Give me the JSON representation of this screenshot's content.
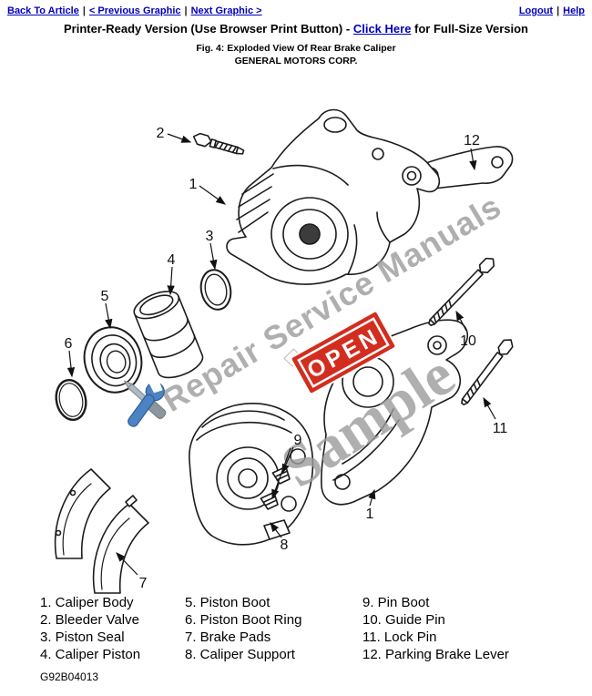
{
  "nav": {
    "back_to_article": "Back To Article",
    "previous_graphic": "< Previous Graphic",
    "next_graphic": "Next Graphic >",
    "logout": "Logout",
    "help": "Help",
    "separator": "|"
  },
  "header": {
    "title_prefix": "Printer-Ready Version (Use Browser Print Button) - ",
    "full_size_link": "Click Here",
    "title_suffix": " for Full-Size Version",
    "figure_caption": "Fig. 4: Exploded View Of Rear Brake Caliper",
    "company": "GENERAL MOTORS CORP."
  },
  "watermark": {
    "brand_text": "Repair Service Manuals",
    "sample_text": "Sample",
    "open_sign_text": "OPEN",
    "text_color": "#9b9b9b",
    "open_sign_color": "#d22d1e"
  },
  "diagram": {
    "callouts": {
      "c1a": "1",
      "c1b": "1",
      "c2": "2",
      "c3": "3",
      "c4": "4",
      "c5": "5",
      "c6": "6",
      "c7": "7",
      "c8": "8",
      "c9": "9",
      "c10": "10",
      "c11": "11",
      "c12": "12"
    }
  },
  "legend": {
    "columns": [
      [
        "1. Caliper Body",
        "2. Bleeder Valve",
        "3. Piston Seal",
        "4. Caliper Piston"
      ],
      [
        "5. Piston Boot",
        "6. Piston Boot Ring",
        "7. Brake Pads",
        "8. Caliper Support"
      ],
      [
        "9. Pin Boot",
        "10. Guide Pin",
        "11. Lock Pin",
        "12. Parking Brake Lever"
      ]
    ]
  },
  "footer": {
    "figure_id": "G92B04013"
  }
}
